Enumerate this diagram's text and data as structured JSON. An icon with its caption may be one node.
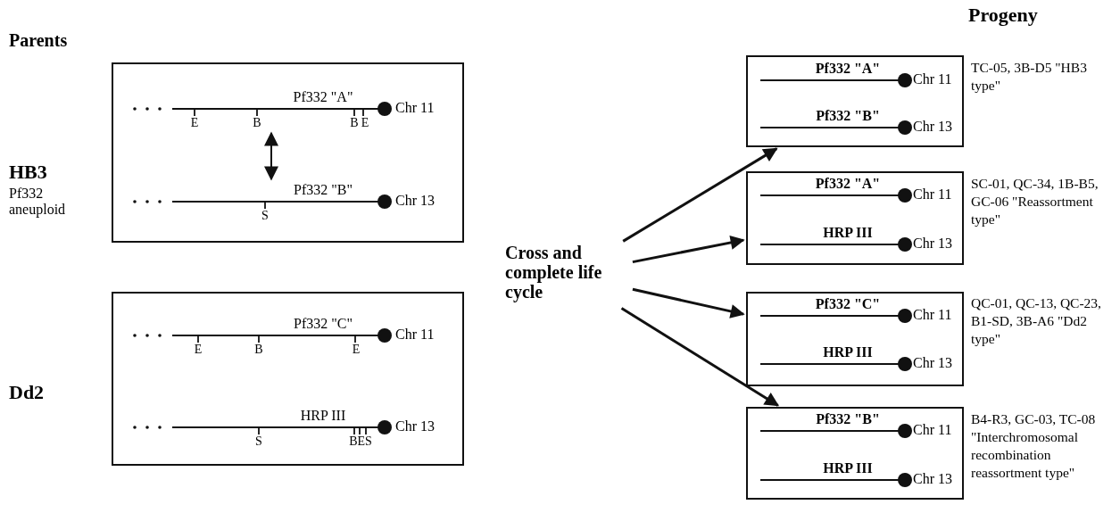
{
  "diagram": {
    "nodes": [
      {
        "text": [
          "HB3",
          "Pf332 aneuploid"
        ]
      },
      {
        "text": [
          "Pf332 \"A\""
        ],
        "beside": [
          "Chr 11",
          "E",
          "B",
          "B",
          "E"
        ],
        "in": 0
      },
      {
        "text": [
          "Pf332 \"B\""
        ],
        "beside": [
          "Chr 13",
          "S"
        ],
        "in": 0
      },
      {
        "text": [
          "Dd2"
        ]
      },
      {
        "text": [
          "Pf332 \"C\""
        ],
        "beside": [
          "Chr 11",
          "E",
          "B",
          "E"
        ],
        "in": 3
      },
      {
        "text": [
          "HRP III"
        ],
        "beside": [
          "Chr 13",
          "S",
          "BES"
        ],
        "in": 3
      },
      {
        "text": [
          "Cross and complete life cycle"
        ]
      },
      {
        "text": [],
        "shape": "box",
        "beside": [
          "TC-05, 3B-D5 \"HB3 type\""
        ]
      },
      {
        "text": [
          "Pf332 \"A\""
        ],
        "beside": [
          "Chr 11"
        ],
        "in": 7
      },
      {
        "text": [
          "Pf332 \"B\""
        ],
        "beside": [
          "Chr 13"
        ],
        "in": 7
      },
      {
        "text": [],
        "shape": "box",
        "beside": [
          "SC-01, QC-34, 1B-B5, GC-06 \"Reassortment type\""
        ]
      },
      {
        "text": [
          "Pf332 \"A\""
        ],
        "beside": [
          "Chr 11"
        ],
        "in": 10
      },
      {
        "text": [
          "HRP III"
        ],
        "beside": [
          "Chr 13"
        ],
        "in": 10
      },
      {
        "text": [],
        "shape": "box",
        "beside": [
          "QC-01, QC-13, QC-23, B1-SD, 3B-A6 \"Dd2 type\""
        ]
      },
      {
        "text": [
          "Pf332 \"C\""
        ],
        "beside": [
          "Chr 11"
        ],
        "in": 13
      },
      {
        "text": [
          "HRP III"
        ],
        "beside": [
          "Chr 13"
        ],
        "in": 13
      },
      {
        "text": [],
        "shape": "box",
        "beside": [
          "B4-R3, GC-03, TC-08 \"Interchromosomal recombination reassortment type\""
        ]
      },
      {
        "text": [
          "Pf332 \"B\""
        ],
        "beside": [
          "Chr 11"
        ],
        "in": 16
      },
      {
        "text": [
          "HRP III"
        ],
        "beside": [
          "Chr 13"
        ],
        "in": 16
      }
    ],
    "edges": [
      {
        "from": 1,
        "to": 2,
        "arrow": "both"
      },
      {
        "from": 6,
        "to": 7,
        "arrow": "to"
      },
      {
        "from": 6,
        "to": 10,
        "arrow": "to"
      },
      {
        "from": 6,
        "to": 13,
        "arrow": "to"
      },
      {
        "from": 6,
        "to": 16,
        "arrow": "to"
      }
    ],
    "labels": [
      "Progeny",
      "Parents"
    ]
  }
}
